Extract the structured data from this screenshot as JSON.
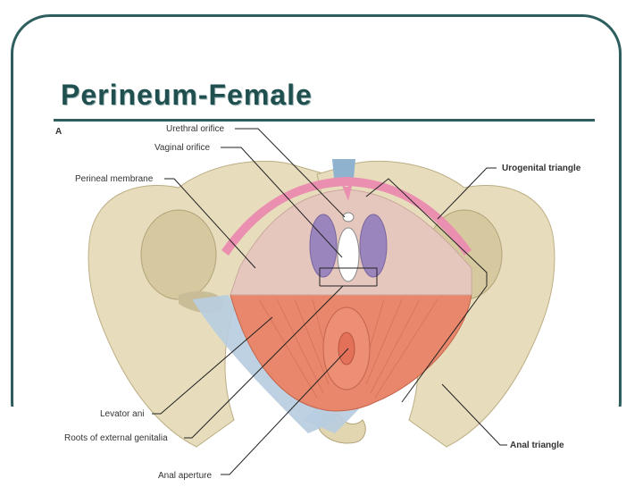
{
  "slide": {
    "title": "Perineum-Female"
  },
  "figure": {
    "panel_letter": "A",
    "labels": {
      "urethral_orifice": "Urethral orifice",
      "vaginal_orifice": "Vaginal orifice",
      "perineal_membrane": "Perineal membrane",
      "urogenital_triangle": "Urogenital triangle",
      "levator_ani": "Levator ani",
      "roots_external_genitalia": "Roots of external genitalia",
      "anal_triangle": "Anal triangle",
      "anal_aperture": "Anal aperture"
    }
  },
  "colors": {
    "frame": "#2e5e5e",
    "title": "#1f4f4f",
    "bone": "#e7ddbd",
    "bone_shadow": "#c9bd97",
    "ligament": "#b9cde0",
    "muscle": "#e8876b",
    "membrane": "#e6c7bd",
    "pink_tissue": "#ea8fb0",
    "genital_root": "#9a85bd"
  }
}
